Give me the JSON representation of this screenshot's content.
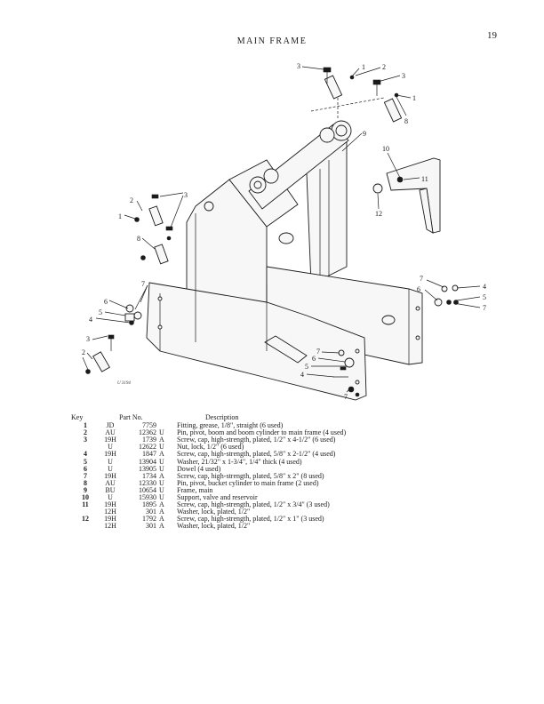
{
  "page": {
    "number": "19",
    "title": "MAIN FRAME"
  },
  "figure": {
    "id": "U 3194"
  },
  "callouts": [
    "1",
    "2",
    "3",
    "4",
    "5",
    "6",
    "7",
    "8",
    "9",
    "10",
    "11",
    "12"
  ],
  "table": {
    "headers": {
      "key": "Key",
      "part_no": "Part No.",
      "description": "Description"
    },
    "rows": [
      {
        "key": "1",
        "prefix": "JD",
        "number": "7759",
        "suffix": "",
        "description": "Fitting, grease, 1/8\", straight (6 used)"
      },
      {
        "key": "2",
        "prefix": "AU",
        "number": "12362",
        "suffix": "U",
        "description": "Pin, pivot, boom and boom cylinder to main frame (4 used)"
      },
      {
        "key": "3",
        "prefix": "19H",
        "number": "1739",
        "suffix": "A",
        "description": "Screw, cap, high-strength, plated, 1/2\" x 4-1/2\" (6 used)"
      },
      {
        "key": "",
        "prefix": "U",
        "number": "12622",
        "suffix": "U",
        "description": "Nut, lock, 1/2\" (6 used)"
      },
      {
        "key": "4",
        "prefix": "19H",
        "number": "1847",
        "suffix": "A",
        "description": "Screw, cap, high-strength, plated, 5/8\" x 2-1/2\" (4 used)"
      },
      {
        "key": "5",
        "prefix": "U",
        "number": "13904",
        "suffix": "U",
        "description": "Washer, 21/32\" x 1-3/4\", 1/4\" thick (4 used)"
      },
      {
        "key": "6",
        "prefix": "U",
        "number": "13905",
        "suffix": "U",
        "description": "Dowel (4 used)"
      },
      {
        "key": "7",
        "prefix": "19H",
        "number": "1734",
        "suffix": "A",
        "description": "Screw, cap, high-strength, plated, 5/8\" x 2\" (8 used)"
      },
      {
        "key": "8",
        "prefix": "AU",
        "number": "12330",
        "suffix": "U",
        "description": "Pin, pivot, bucket cylinder to main frame (2 used)"
      },
      {
        "key": "9",
        "prefix": "BU",
        "number": "10654",
        "suffix": "U",
        "description": "Frame, main"
      },
      {
        "key": "10",
        "prefix": "U",
        "number": "15930",
        "suffix": "U",
        "description": "Support, valve and reservoir"
      },
      {
        "key": "11",
        "prefix": "19H",
        "number": "1895",
        "suffix": "A",
        "description": "Screw, cap, high-strength, plated, 1/2\" x 3/4\" (3 used)"
      },
      {
        "key": "",
        "prefix": "12H",
        "number": "301",
        "suffix": "A",
        "description": "Washer, lock, plated, 1/2\""
      },
      {
        "key": "12",
        "prefix": "19H",
        "number": "1792",
        "suffix": "A",
        "description": "Screw, cap, high-strength, plated, 1/2\" x 1\" (3 used)"
      },
      {
        "key": "",
        "prefix": "12H",
        "number": "301",
        "suffix": "A",
        "description": "Washer, lock, plated, 1/2\""
      }
    ]
  }
}
